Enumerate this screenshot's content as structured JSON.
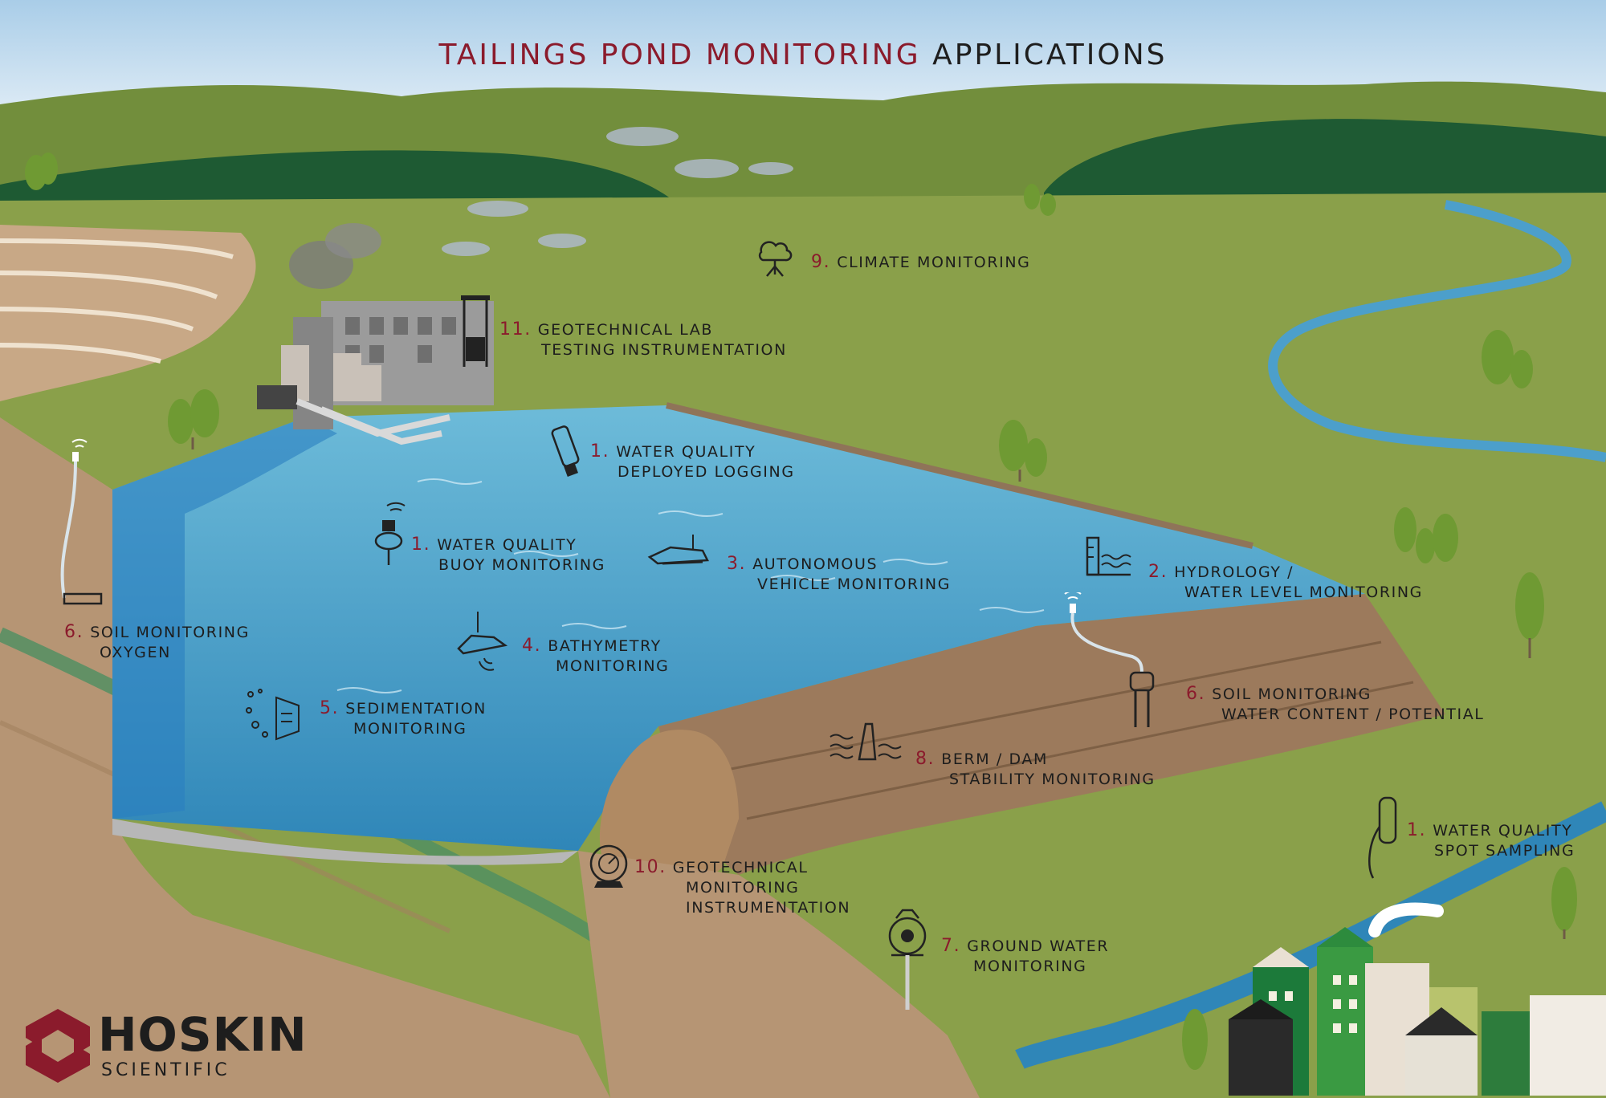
{
  "title": {
    "part1": "TAILINGS POND MONITORING",
    "part2": "APPLICATIONS"
  },
  "labels": [
    {
      "id": "climate",
      "num": "9.",
      "line1": "CLIMATE MONITORING",
      "line2": ""
    },
    {
      "id": "geolab",
      "num": "11.",
      "line1": "GEOTECHNICAL LAB",
      "line2": "TESTING INSTRUMENTATION"
    },
    {
      "id": "deployed",
      "num": "1.",
      "line1": "WATER QUALITY",
      "line2": "DEPLOYED LOGGING"
    },
    {
      "id": "buoy",
      "num": "1.",
      "line1": "WATER QUALITY",
      "line2": "BUOY MONITORING"
    },
    {
      "id": "autonomous",
      "num": "3.",
      "line1": "AUTONOMOUS",
      "line2": "VEHICLE MONITORING"
    },
    {
      "id": "hydrology",
      "num": "2.",
      "line1": "HYDROLOGY /",
      "line2": "WATER LEVEL MONITORING"
    },
    {
      "id": "soiloxygen",
      "num": "6.",
      "line1": "SOIL MONITORING",
      "line2": "OXYGEN"
    },
    {
      "id": "bathymetry",
      "num": "4.",
      "line1": "BATHYMETRY",
      "line2": "MONITORING"
    },
    {
      "id": "soilwater",
      "num": "6.",
      "line1": "SOIL MONITORING",
      "line2": "WATER CONTENT / POTENTIAL"
    },
    {
      "id": "sedimentation",
      "num": "5.",
      "line1": "SEDIMENTATION",
      "line2": "MONITORING"
    },
    {
      "id": "berm",
      "num": "8.",
      "line1": "BERM / DAM",
      "line2": "STABILITY MONITORING"
    },
    {
      "id": "spot",
      "num": "1.",
      "line1": "WATER QUALITY",
      "line2": "SPOT SAMPLING"
    },
    {
      "id": "geomon",
      "num": "10.",
      "line1": "GEOTECHNICAL",
      "line2": "MONITORING",
      "line3": "INSTRUMENTATION"
    },
    {
      "id": "groundwater",
      "num": "7.",
      "line1": "GROUND WATER",
      "line2": "MONITORING"
    }
  ],
  "logo": {
    "name": "HOSKIN",
    "sub": "SCIENTIFIC"
  },
  "colors": {
    "accent": "#8b1b2c",
    "text": "#1d1d1d",
    "grass": "#8aa04a",
    "water": "#4aa3cc",
    "berm": "#9c7a5c"
  }
}
